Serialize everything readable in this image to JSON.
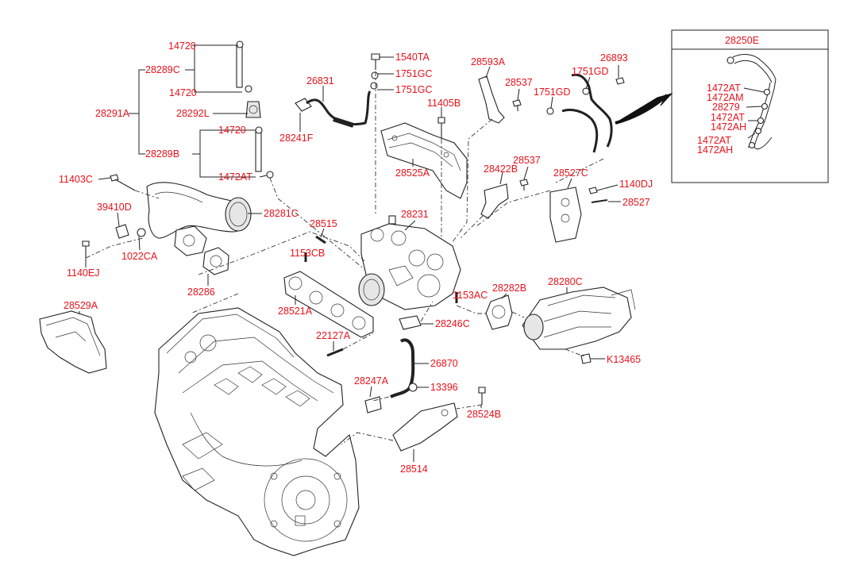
{
  "diagram": {
    "label_color": "#e8121b",
    "line_color": "#222222",
    "inset_title": "28250E",
    "labels": {
      "l14720_top": "14720",
      "l28289C": "28289C",
      "l14720_mid": "14720",
      "l28291A": "28291A",
      "l28292L": "28292L",
      "l14720_low": "14720",
      "l28289B": "28289B",
      "l1472AT_main": "1472AT",
      "l11403C": "11403C",
      "l39410D": "39410D",
      "l1140EJ": "1140EJ",
      "l1022CA": "1022CA",
      "l28281C": "28281C",
      "l28286": "28286",
      "l26831": "26831",
      "l28241F": "28241F",
      "l1540TA": "1540TA",
      "l1751GC_a": "1751GC",
      "l1751GC_b": "1751GC",
      "l11405B": "11405B",
      "l28525A": "28525A",
      "l28593A": "28593A",
      "l28537_a": "28537",
      "l28537_b": "28537",
      "l28422B": "28422B",
      "l1751GD_a": "1751GD",
      "l1751GD_b": "1751GD",
      "l26893": "26893",
      "l28527C": "28527C",
      "l1140DJ": "1140DJ",
      "l28527": "28527",
      "l28515": "28515",
      "l28231": "28231",
      "l1153CB": "1153CB",
      "l28521A": "28521A",
      "l1153AC": "1153AC",
      "l28282B": "28282B",
      "l28280C": "28280C",
      "l28246C": "28246C",
      "l22127A": "22127A",
      "l26870": "26870",
      "l28247A": "28247A",
      "l13396": "13396",
      "l28524B": "28524B",
      "l28514": "28514",
      "l28529A": "28529A",
      "l K13465": "K13465",
      "lK13465": "K13465",
      "i1472AT_a": "1472AT",
      "i1472AM": "1472AM",
      "i28279": "28279",
      "i1472AT_b": "1472AT",
      "i1472AH_a": "1472AH",
      "i1472AT_c": "1472AT",
      "i1472AH_b": "1472AH"
    }
  }
}
